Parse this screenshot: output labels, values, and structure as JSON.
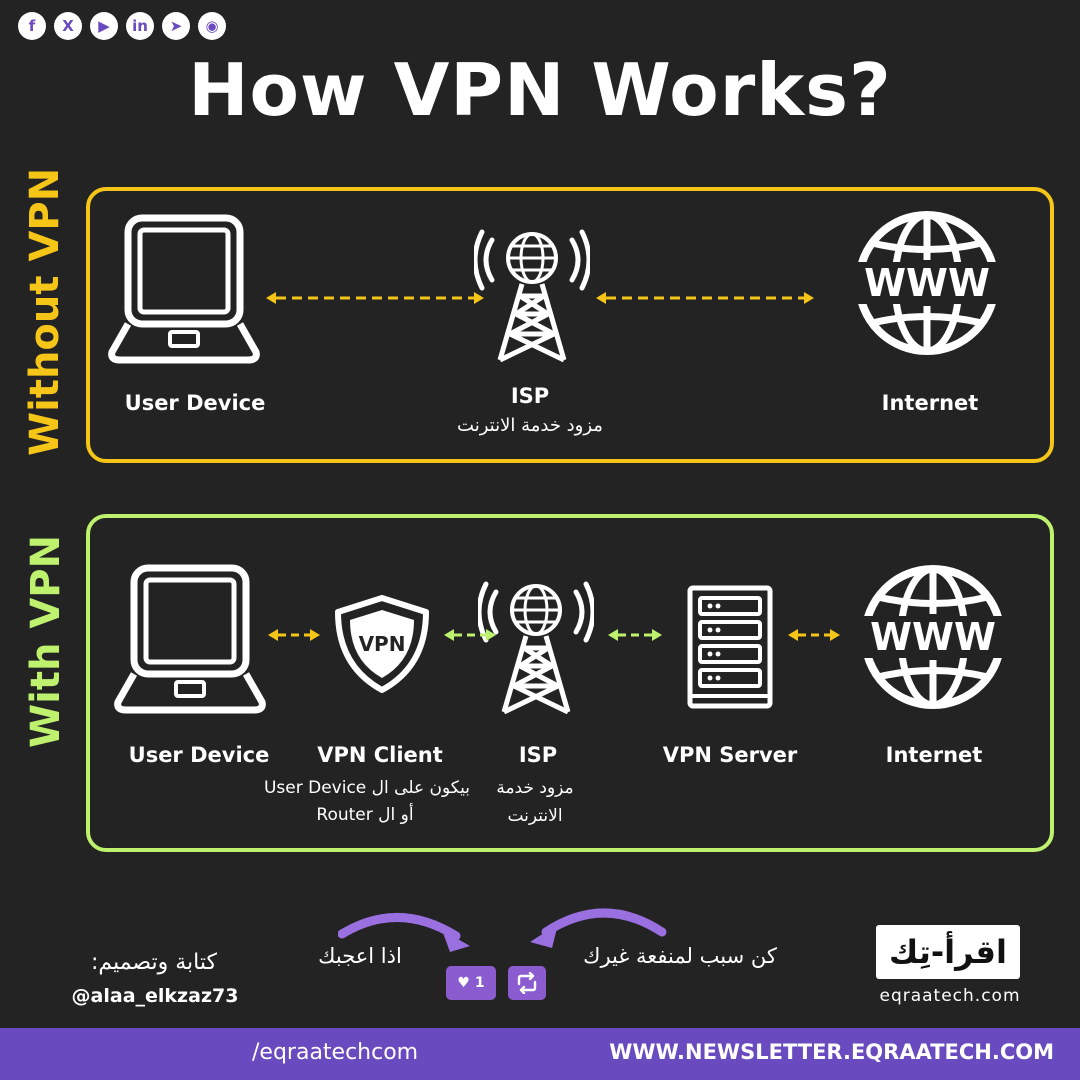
{
  "title": "How VPN Works?",
  "colors": {
    "background": "#232323",
    "without_vpn": "#f5c518",
    "with_vpn": "#bdf16e",
    "footer": "#6a4bbf",
    "accent_purple": "#8b5ccf"
  },
  "without_vpn": {
    "label": "Without VPN",
    "nodes": [
      {
        "icon": "laptop-icon",
        "label": "User Device",
        "sub": ""
      },
      {
        "icon": "cell-tower-icon",
        "label": "ISP",
        "sub": "مزود خدمة الانترنت"
      },
      {
        "icon": "www-globe-icon",
        "label": "Internet",
        "sub": ""
      }
    ]
  },
  "with_vpn": {
    "label": "With VPN",
    "nodes": [
      {
        "icon": "laptop-icon",
        "label": "User Device",
        "sub": ""
      },
      {
        "icon": "vpn-shield-icon",
        "label": "VPN Client",
        "shield_text": "VPN",
        "sub1": "بيكون على ال User Device",
        "sub2": "أو ال Router"
      },
      {
        "icon": "cell-tower-icon",
        "label": "ISP",
        "sub1": "مزود خدمة",
        "sub2": "الانترنت"
      },
      {
        "icon": "server-rack-icon",
        "label": "VPN Server",
        "sub": ""
      },
      {
        "icon": "www-globe-icon",
        "label": "Internet",
        "sub": ""
      }
    ]
  },
  "footer_area": {
    "author_line1": "كتابة وتصميم:",
    "author_handle": "@alaa_elkzaz73",
    "cta_like": "اذا اعجبك",
    "cta_share": "كن سبب لمنفعة غيرك",
    "like_count": "1",
    "logo_text": "اقرأ-تِك",
    "logo_domain": "eqraatech.com"
  },
  "footer_bar": {
    "social_icons": [
      "facebook-icon",
      "x-icon",
      "youtube-icon",
      "linkedin-icon",
      "telegram-icon",
      "github-icon"
    ],
    "social_glyphs": [
      "f",
      "X",
      "▶",
      "in",
      "➤",
      "◉"
    ],
    "handle": "/eqraatechcom",
    "newsletter": "WWW.NEWSLETTER.EQRAATECH.COM"
  }
}
